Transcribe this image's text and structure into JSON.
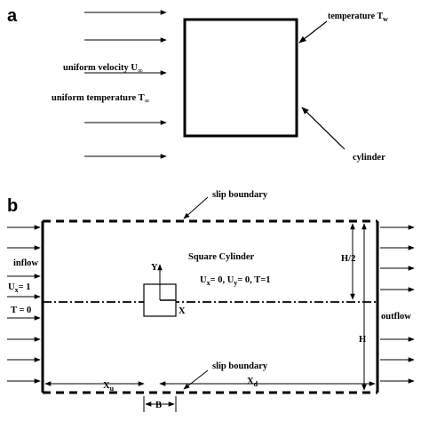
{
  "panel_a": {
    "letter": "a",
    "temperature_label": "temperature T",
    "temperature_sub": "w",
    "velocity_label": "uniform velocity  U",
    "velocity_sub": "∞",
    "temp_uniform_label": "uniform temperature T",
    "temp_uniform_sub": "∞",
    "cylinder_label": "cylinder"
  },
  "panel_b": {
    "letter": "b",
    "slip_top": "slip boundary",
    "slip_bottom": "slip boundary",
    "inflow": "inflow",
    "ux_label": "U",
    "ux_sub": "x",
    "ux_value": "= 1",
    "t_inflow": "T = 0",
    "square_title": "Square Cylinder",
    "cond_ux": "U",
    "cond_ux_sub": "x",
    "cond_ux_val": "= 0, U",
    "cond_uy_sub": "y",
    "cond_uy_val": "= 0,  T=1",
    "axis_y": "Y",
    "axis_x": "X",
    "outflow": "outflow",
    "h_half": "H/2",
    "h": "H",
    "xu": "X",
    "xu_sub": "u",
    "xd": "X",
    "xd_sub": "d",
    "b": "B"
  }
}
